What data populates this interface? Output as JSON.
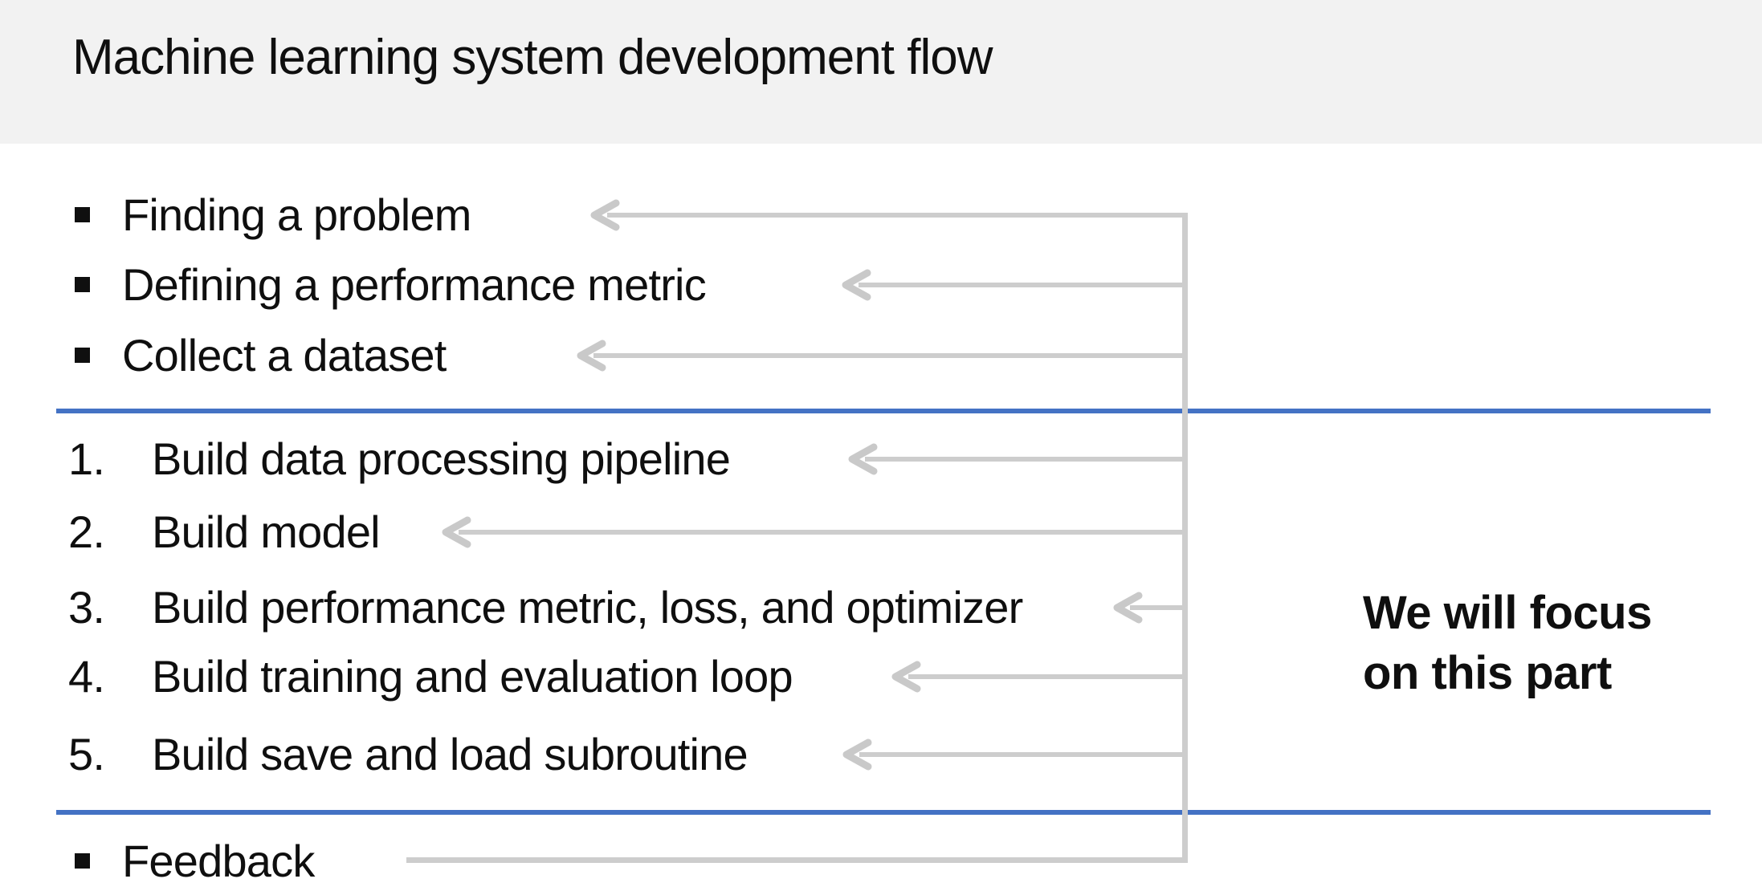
{
  "slide": {
    "title": "Machine learning system development flow"
  },
  "preparation_items": [
    "Finding a problem",
    "Defining a performance metric",
    "Collect a dataset"
  ],
  "build_steps": [
    {
      "number": "1.",
      "label": "Build data processing pipeline"
    },
    {
      "number": "2.",
      "label": "Build model"
    },
    {
      "number": "3.",
      "label": "Build performance metric, loss, and optimizer"
    },
    {
      "number": "4.",
      "label": "Build training and evaluation loop"
    },
    {
      "number": "5.",
      "label": "Build save and load subroutine"
    }
  ],
  "feedback_item": "Feedback",
  "annotation": "We will focus\non this part",
  "icons": {
    "arrowhead": "arrow-left-icon"
  },
  "colors": {
    "header_background": "#f2f2f2",
    "divider_blue": "#4472c4",
    "connector_gray": "#cdcdcd",
    "text": "#0f0f0f"
  }
}
